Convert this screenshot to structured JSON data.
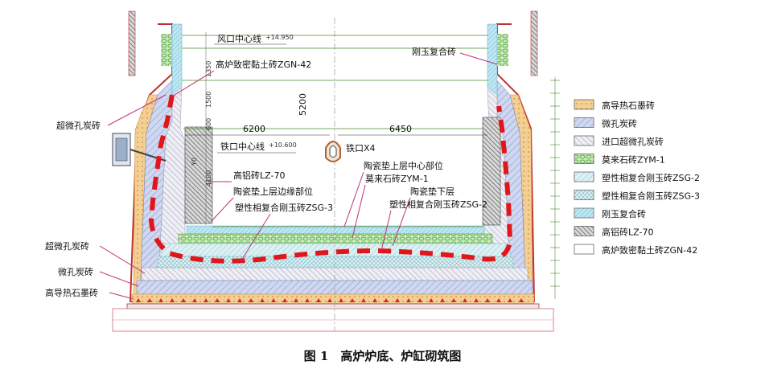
{
  "labels": {
    "tuyere_line": "风口中心线",
    "tuyere_elev": "+14.950",
    "dense_clay": "高炉致密黏土砖ZGN-42",
    "corundum_top": "刚玉复合砖",
    "super_micro_top": "超微孔炭砖",
    "height_5200": "5200",
    "d_6200": "6200",
    "d_6450": "6450",
    "taphole_line": "铁口中心线",
    "taphole_elev": "+10.600",
    "taphole": "铁口X4",
    "high_alumina": "高铝砖LZ-70",
    "ceramic_edge": "陶瓷垫上层边缘部位",
    "zsg3": "塑性相复合刚玉砖ZSG-3",
    "ceramic_center": "陶瓷垫上层中心部位",
    "mullite": "莫来石砖ZYM-1",
    "ceramic_lower": "陶瓷垫下层",
    "zsg2": "塑性相复合刚玉砖ZSG-2",
    "super_micro_bottom": "超微孔炭砖",
    "micro_bottom": "微孔炭砖",
    "graphite_bottom": "高导热石墨砖"
  },
  "dims_left": [
    "1350",
    "1500",
    "600",
    "Y0",
    "4100"
  ],
  "legend": [
    {
      "label": "高导热石墨砖",
      "pattern": "graphite",
      "color": "#f2c98a"
    },
    {
      "label": "微孔炭砖",
      "pattern": "micro",
      "color": "#c9d4ee"
    },
    {
      "label": "进口超微孔炭砖",
      "pattern": "supermicro",
      "color": "#e6e6f0"
    },
    {
      "label": "莫来石砖ZYM-1",
      "pattern": "mullite",
      "color": "#b6e2a8"
    },
    {
      "label": "塑性相复合刚玉砖ZSG-2",
      "pattern": "zsg2",
      "color": "#d7eff2"
    },
    {
      "label": "塑性相复合刚玉砖ZSG-3",
      "pattern": "zsg3",
      "color": "#d7eff2"
    },
    {
      "label": "刚玉复合砖",
      "pattern": "corundum",
      "color": "#bfe6f2"
    },
    {
      "label": "高铝砖LZ-70",
      "pattern": "alumina",
      "color": "#7b7b7b"
    },
    {
      "label": "高炉致密黏土砖ZGN-42",
      "pattern": "plain",
      "color": "#ffffff"
    }
  ],
  "caption": "图 1　高炉炉底、炉缸砌筑图"
}
